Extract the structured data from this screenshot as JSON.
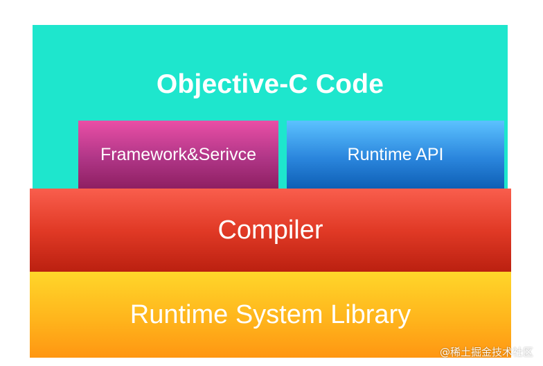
{
  "diagram": {
    "layers": {
      "objc_code": "Objective-C Code",
      "framework": "Framework&Serivce",
      "runtime_api": "Runtime API",
      "compiler": "Compiler",
      "runtime_library": "Runtime System Library"
    },
    "watermark": "@稀土掘金技术社区"
  },
  "colors": {
    "objc_code": "#1ee6cd",
    "framework": "#b03687",
    "runtime_api": "#2b86dd",
    "compiler": "#e13a26",
    "runtime_library": "#ffb51c",
    "text": "#ffffff"
  }
}
